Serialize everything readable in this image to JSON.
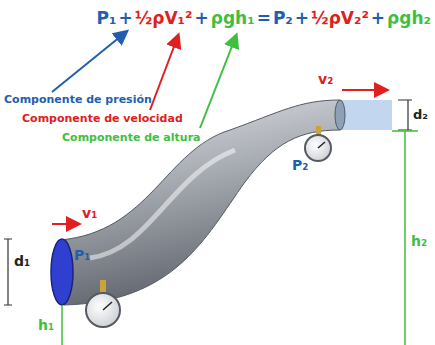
{
  "diagram": {
    "labels": [
      "P₁",
      "+",
      "½ρV₁²",
      "+",
      "ρgh₁",
      "=",
      "P₂",
      "+",
      "½ρV₂²",
      "+",
      "ρgh₂",
      "Componente de presión",
      "Componente de velocidad",
      "Componente de altura",
      "v₁",
      "d₁",
      "P₁",
      "h₁",
      "v₂",
      "d₂",
      "P₂",
      "h₂"
    ]
  }
}
